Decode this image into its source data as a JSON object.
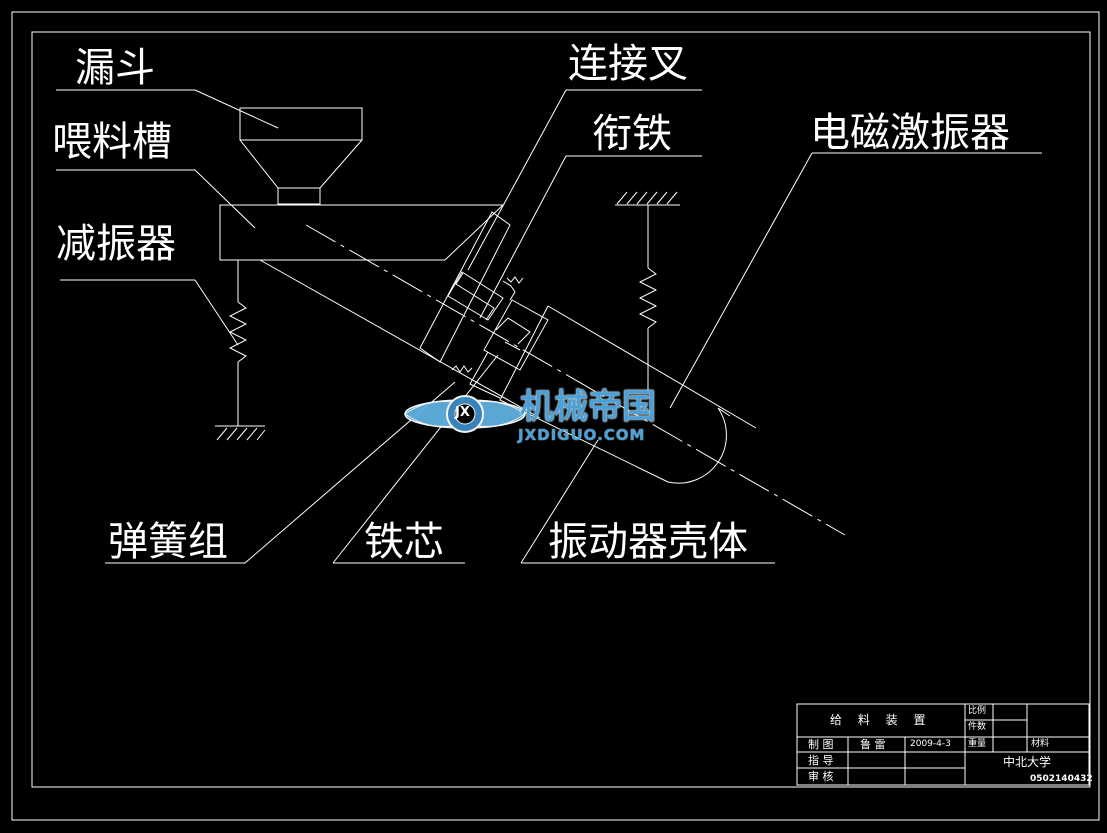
{
  "labels": {
    "hopper": "漏斗",
    "feed_trough": "喂料槽",
    "damper": "减振器",
    "connecting_fork": "连接叉",
    "armature": "衔铁",
    "em_vibrator": "电磁激振器",
    "spring_set": "弹簧组",
    "iron_core": "铁芯",
    "vibrator_housing": "振动器壳体"
  },
  "title_block": {
    "title": "给 料 装 置",
    "scale_label": "比例",
    "qty_label": "件数",
    "drawn_label": "制 图",
    "drawn_name": "鲁 雷",
    "drawn_date": "2009-4-3",
    "weight_label": "重量",
    "material_label": "材料",
    "guide_label": "指 导",
    "review_label": "审 核",
    "school": "中北大学",
    "student_no": "0502140432"
  },
  "watermark": {
    "text_cn": "机械帝国",
    "text_en": "JXDIGUO.COM",
    "badge": "JX"
  },
  "colors": {
    "background": "#000000",
    "lines": "#ffffff",
    "watermark": "#4aa0d8"
  }
}
